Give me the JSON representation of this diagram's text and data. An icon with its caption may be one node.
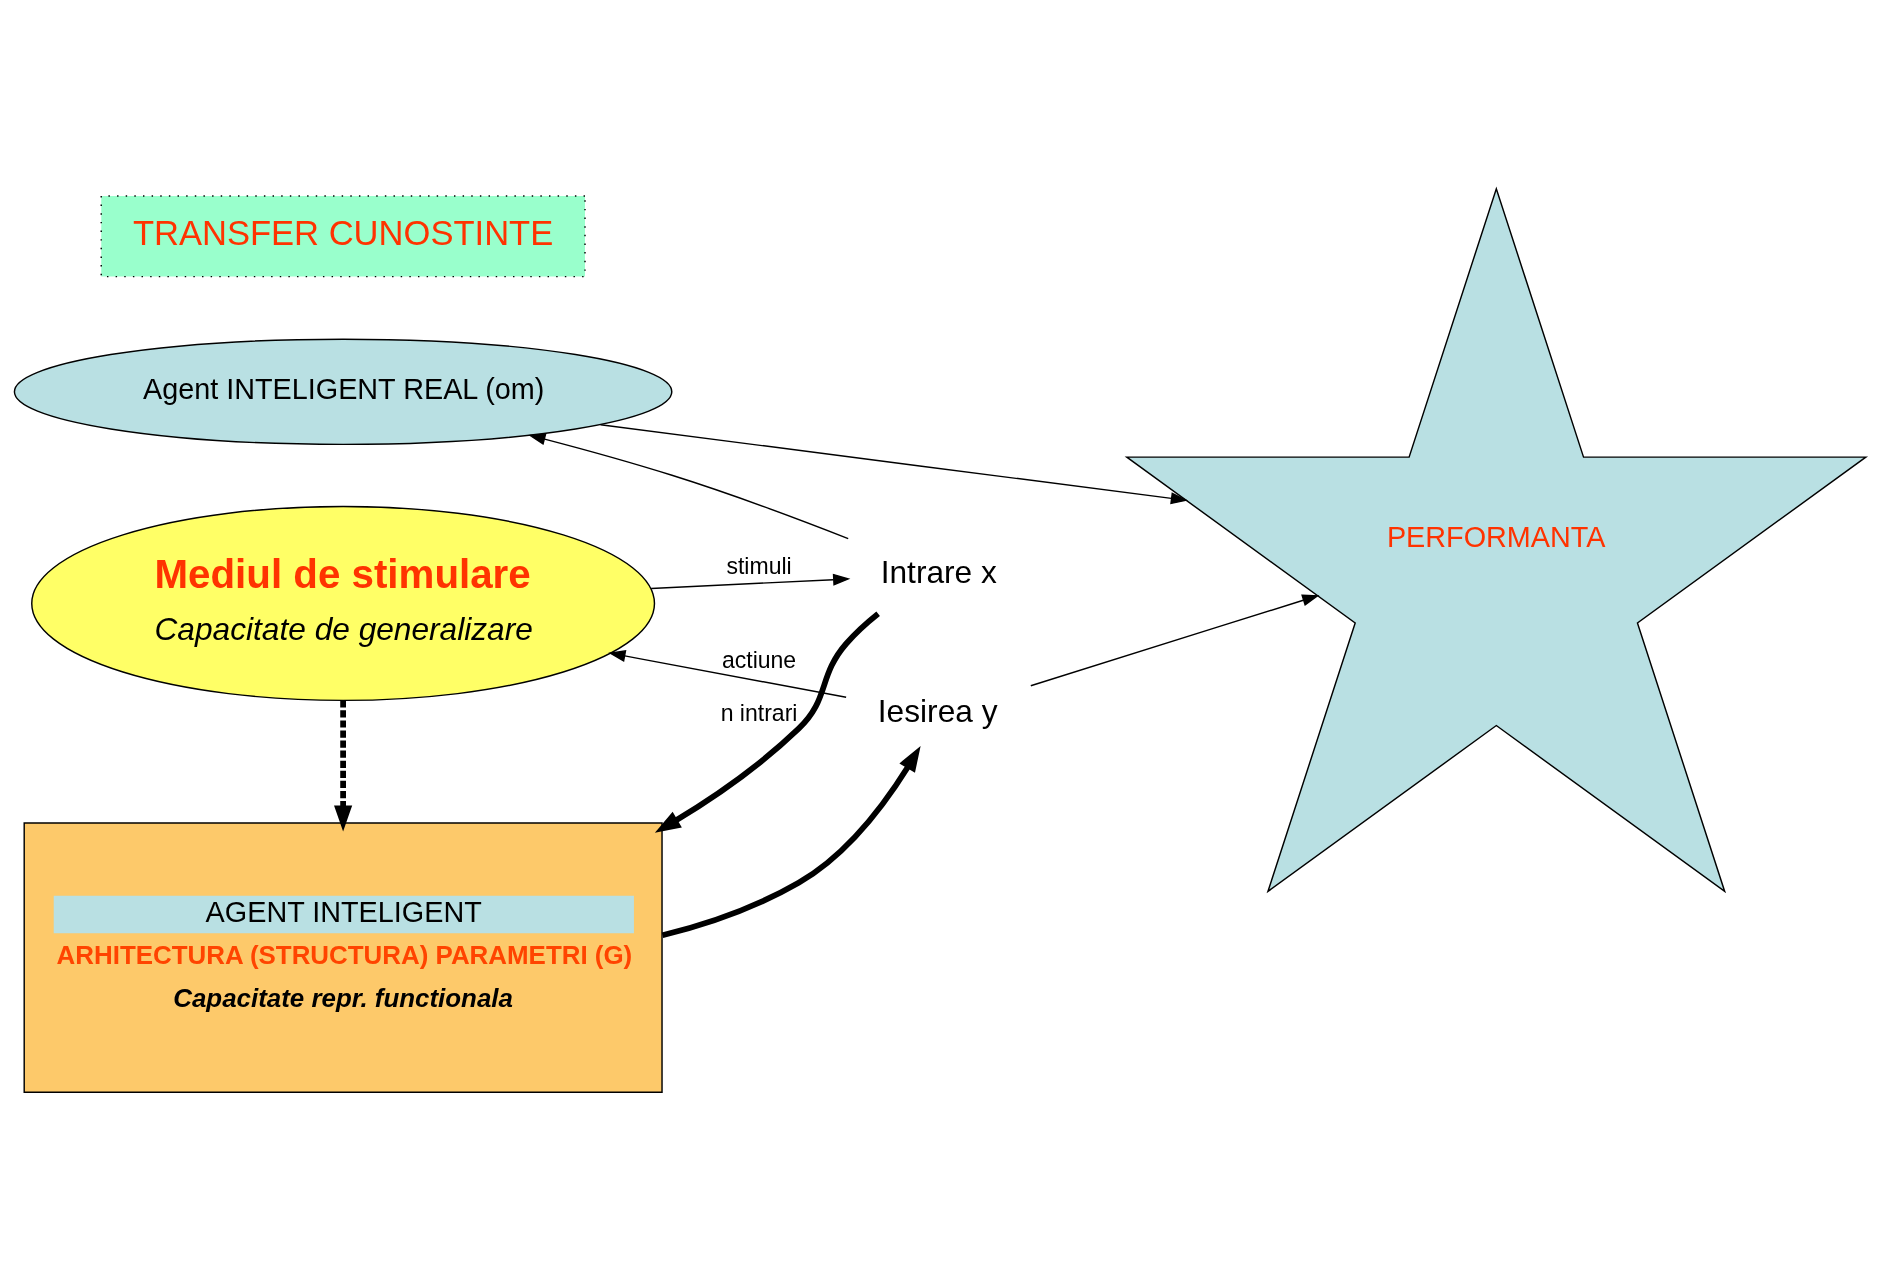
{
  "diagram": {
    "nodes": [
      {
        "text": [
          "Agent INTELIGENT REAL (om)"
        ]
      },
      {
        "text": [
          "AGENT INTELIGENT",
          "ARHITECTURA (STRUCTURA) PARAMETRI (G)",
          "Capacitate repr. functionala"
        ]
      },
      {
        "text": [
          "PERFORMANTA"
        ]
      },
      {
        "text": [
          "TRANSFER CUNOSTINTE"
        ]
      },
      {
        "text": [
          "Mediul de stimulare",
          "Capacitate de generalizare"
        ]
      },
      {
        "text": [
          "Intrare x"
        ]
      },
      {
        "text": [
          "Iesirea y"
        ]
      }
    ],
    "edges": [
      {
        "from": 4,
        "to": 5,
        "arrow": "to",
        "label": "stimuli"
      },
      {
        "from": 5,
        "to": 1,
        "arrow": "to",
        "label": "n intrari",
        "style": "thick"
      },
      {
        "from": 5,
        "to": 0,
        "arrow": "to"
      },
      {
        "from": 1,
        "to": 6,
        "arrow": "to",
        "style": "thick"
      },
      {
        "from": 6,
        "to": 2,
        "arrow": "to"
      },
      {
        "from": 0,
        "to": 2,
        "arrow": "to"
      },
      {
        "from": 6,
        "to": 4,
        "arrow": "to",
        "label": "actiune"
      },
      {
        "from": 4,
        "to": 1,
        "arrow": "to",
        "style": "dashed"
      }
    ]
  }
}
